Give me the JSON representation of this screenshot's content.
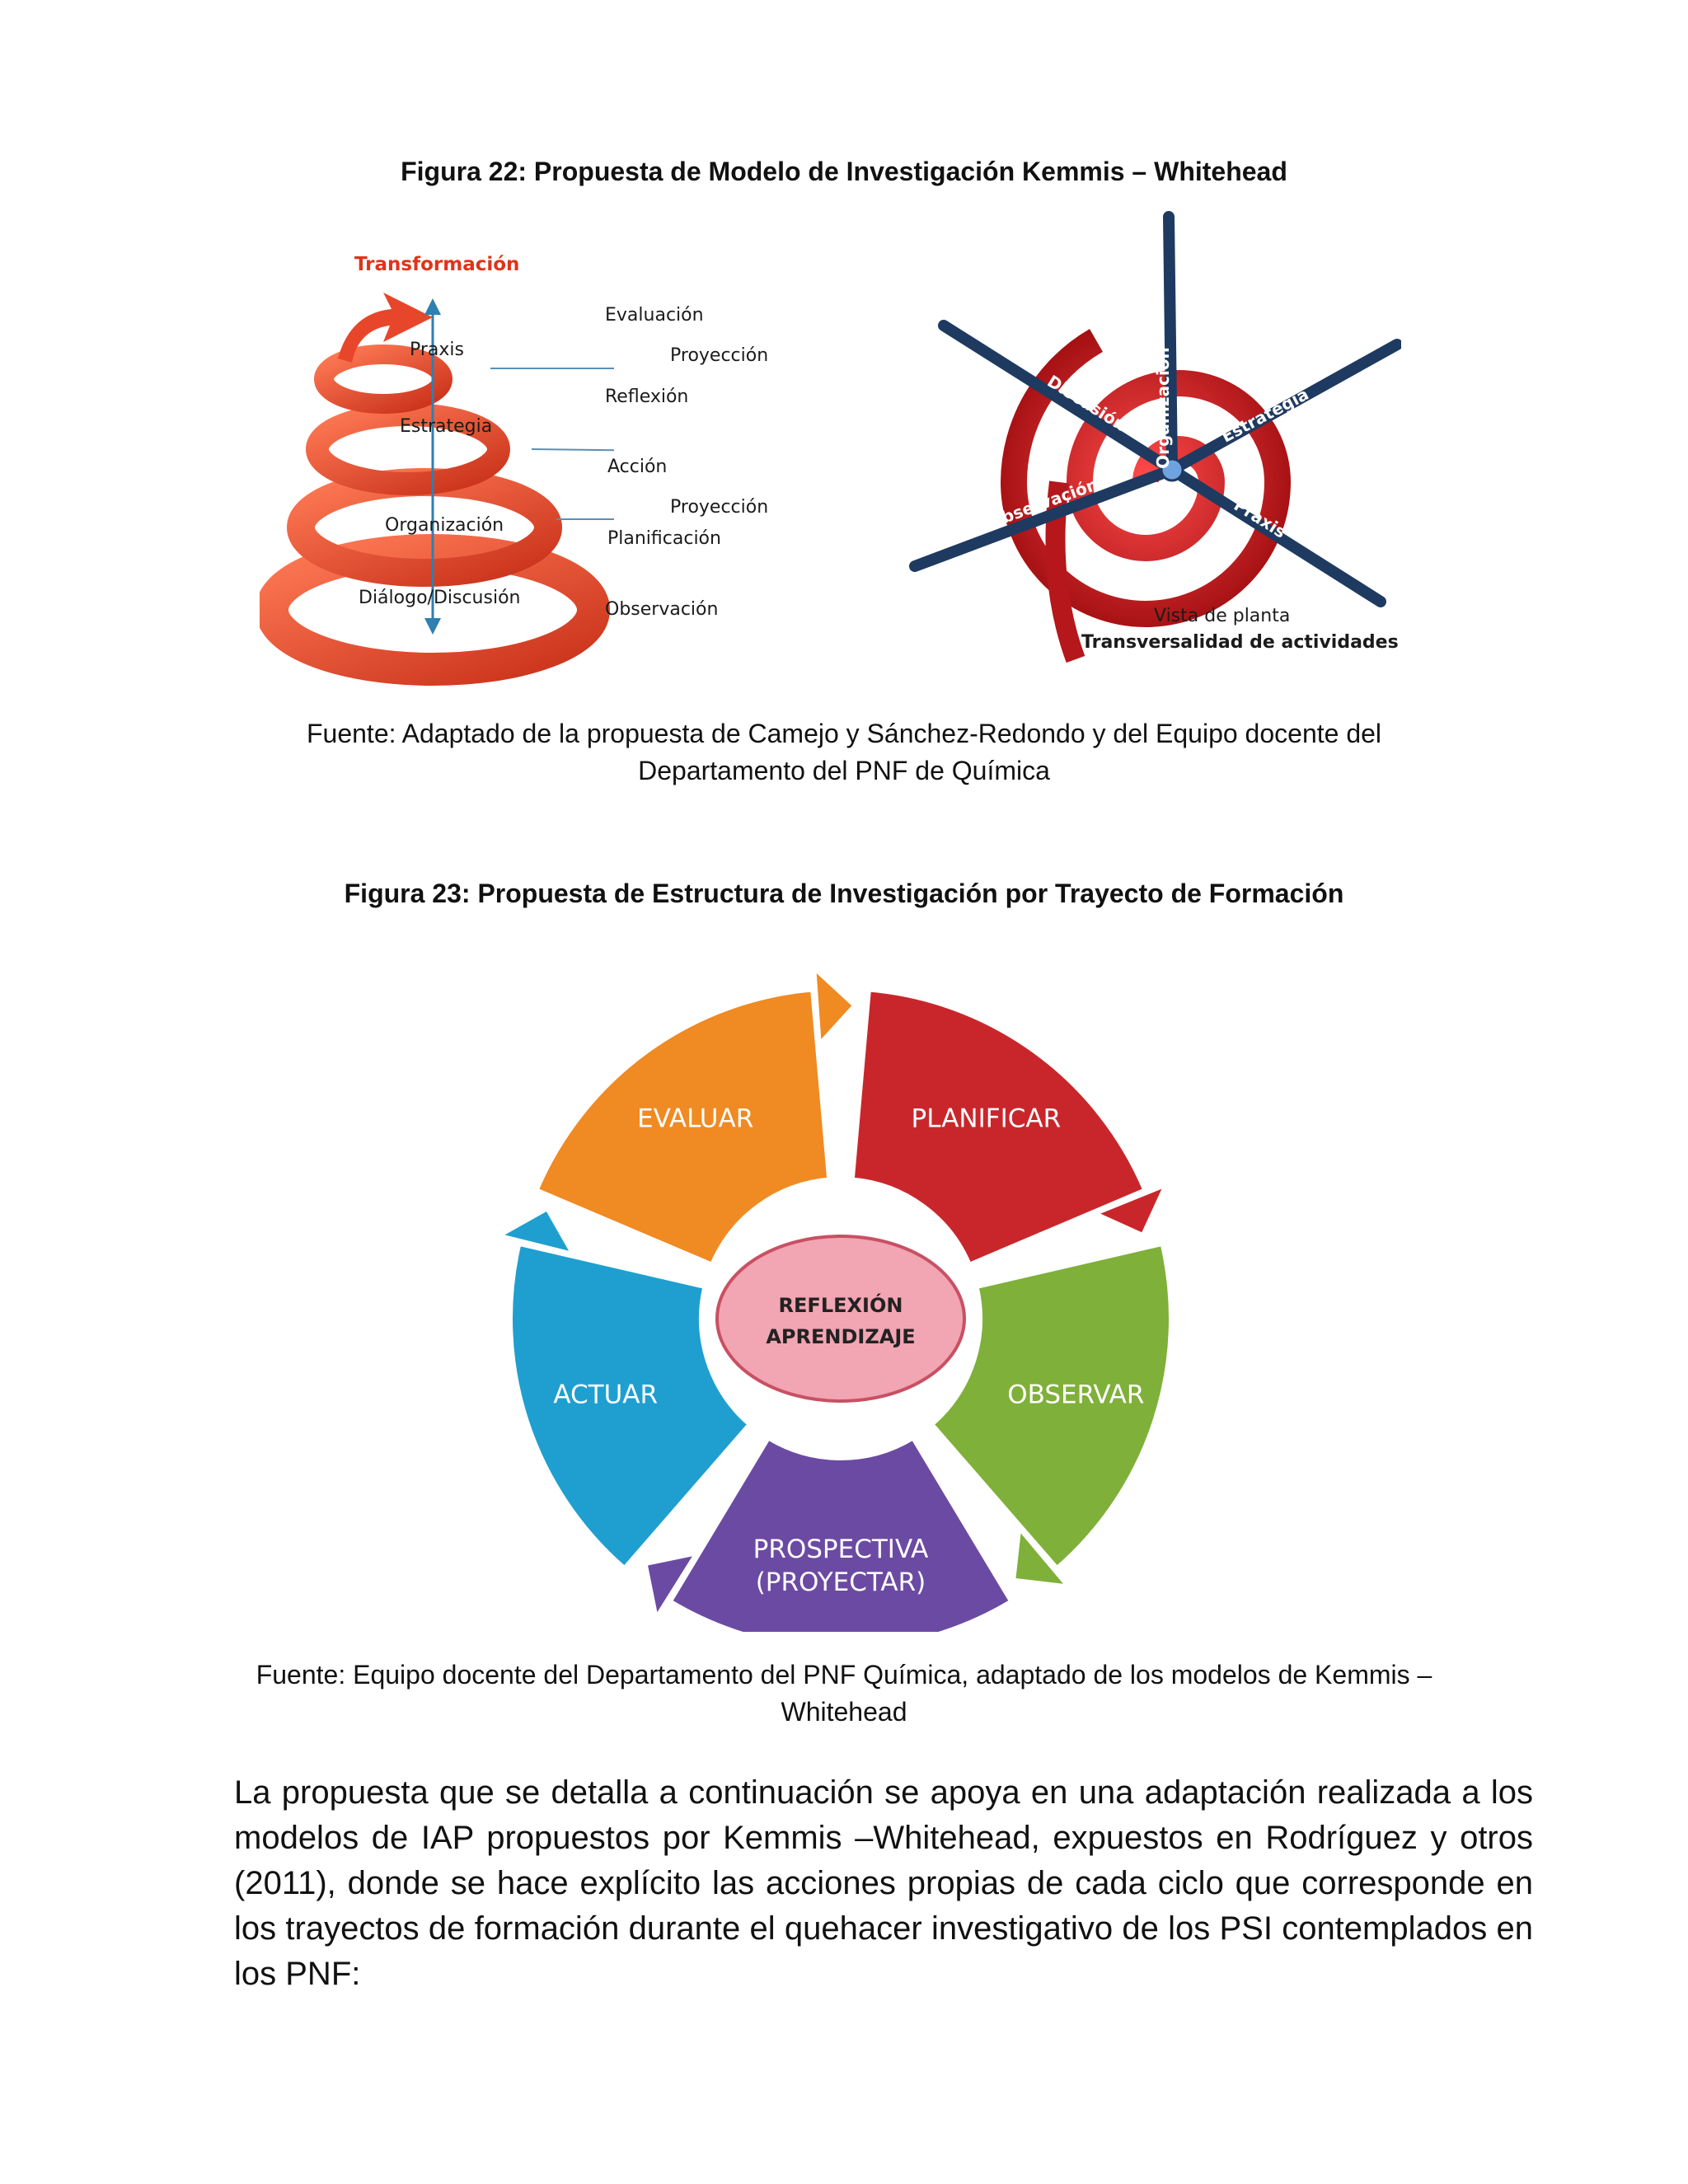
{
  "figure22": {
    "title": "Figura 22: Propuesta de Modelo de Investigación Kemmis – Whitehead",
    "spiral": {
      "top_label": "Transformación",
      "levels": [
        "Praxis",
        "Estrategia",
        "Organización",
        "Diálogo/Discusión"
      ],
      "side_labels": [
        "Evaluación",
        "Proyección",
        "Reflexión",
        "Acción",
        "Proyección",
        "Planificación",
        "Observación"
      ]
    },
    "plan_view": {
      "axes": [
        "Organización",
        "Discusión",
        "Estrategia",
        "Observación",
        "Praxis"
      ],
      "caption_line1": "Vista de planta",
      "caption_line2": "Transversalidad de actividades"
    },
    "source": "Fuente: Adaptado de la propuesta de Camejo y Sánchez-Redondo y del Equipo docente del Departamento del PNF de Química"
  },
  "figure23": {
    "title": "Figura 23: Propuesta de Estructura de Investigación por Trayecto de Formación",
    "segments": [
      {
        "label": "PLANIFICAR",
        "color": "#c9262b"
      },
      {
        "label": "OBSERVAR",
        "color": "#7fb03a"
      },
      {
        "label": "PROSPECTIVA",
        "label2": "(PROYECTAR)",
        "color": "#6b4aa3"
      },
      {
        "label": "ACTUAR",
        "color": "#1f9fd0"
      },
      {
        "label": "EVALUAR",
        "color": "#f08a22"
      }
    ],
    "center": {
      "line1": "REFLEXIÓN",
      "line2": "APRENDIZAJE",
      "color": "#f2a5b3"
    },
    "source": "Fuente: Equipo docente del Departamento del PNF Química, adaptado de los modelos de Kemmis – Whitehead"
  },
  "body_text": "La propuesta que se detalla a continuación se apoya en una adaptación realizada a los modelos de IAP propuestos por Kemmis –Whitehead, expuestos en Rodríguez y otros (2011), donde se hace explícito las acciones propias de cada ciclo que corresponde en los trayectos de formación durante el quehacer investigativo de los PSI contemplados en los PNF:"
}
